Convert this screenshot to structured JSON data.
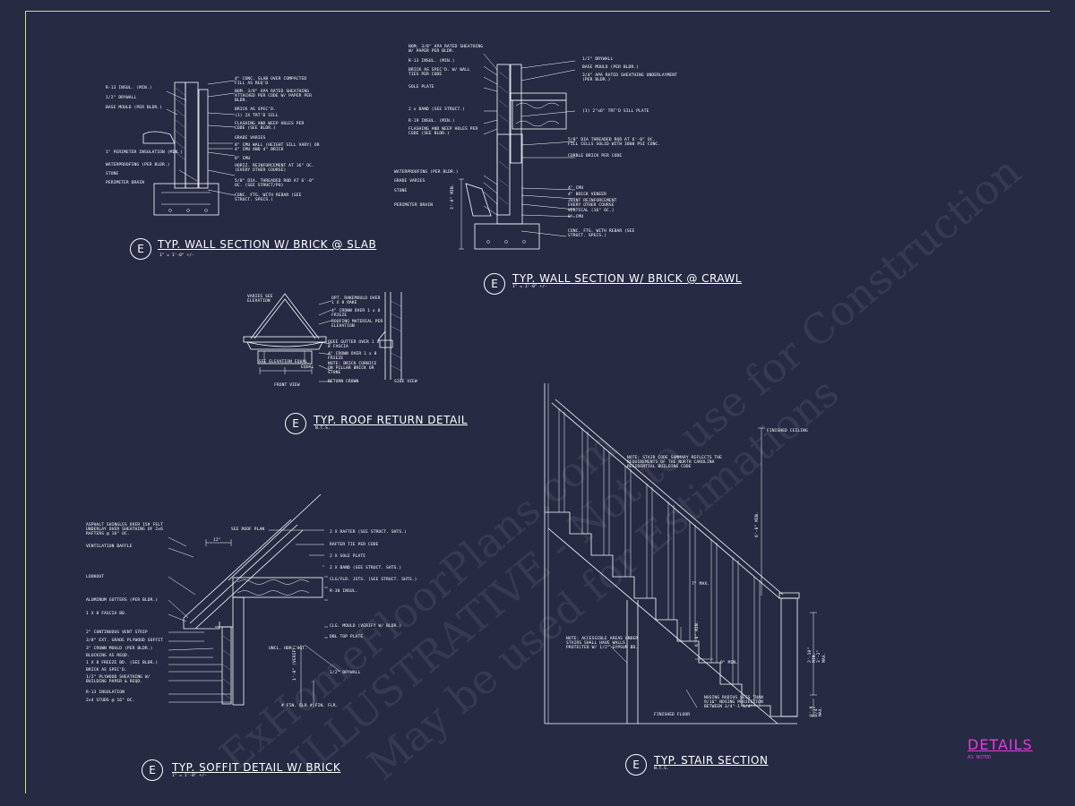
{
  "sheet": {
    "frame_color": "#d8d86a",
    "background": "#262a43",
    "title_block": {
      "title": "DETAILS",
      "subtitle": "AS NOTED",
      "color": "#e23ce2"
    }
  },
  "watermark": {
    "line1": "ExHomeFloorPlans.com",
    "line2": "ILLUSTRATIVE - Not to use for Construction",
    "line3": "May be used for Estimations"
  },
  "details": {
    "wall_slab": {
      "marker": "E",
      "title": "TYP. WALL SECTION W/ BRICK @ SLAB",
      "scale": "1\" = 1'-0\" +/-",
      "left_notes": [
        "R-13 INSUL. (MIN.)",
        "1/2\" DRYWALL",
        "BASE MOULD (PER BLDR.)",
        "1\" PERIMETER INSULATION (MIN.)",
        "WATERPROOFING (PER BLDR.)",
        "STONE",
        "PERIMETER DRAIN"
      ],
      "right_notes": [
        "4\" CONC. SLAB OVER COMPACTED FILL AS REQ'D",
        "NOM. 3/8\" APA RATED SHEATHING ATTACHED PER CODE W/ PAPER PER BLDR.",
        "BRICK AS SPEC'D.",
        "(1) 2X TRT'D SILL",
        "FLASHING AND WEEP HOLES PER CODE (SEE BLDR.)",
        "GRADE VARIES",
        "8\" CMU WALL (HEIGHT SILL VARY) OR 4\" CMU AND 4\" BRICK",
        "8\" CMU",
        "HORIZ. REINFORCEMENT AT 16\" OC. (EVERY OTHER COURSE)",
        "5/8\" DIA. THREADED ROD AT 6'-0\" OC. (SEE STRUCT/PO)",
        "CONC. FTG. WITH REBAR (SEE STRUCT. SPECS.)"
      ]
    },
    "wall_crawl": {
      "marker": "E",
      "title": "TYP. WALL SECTION W/ BRICK @ CRAWL",
      "scale": "1\" = 1'-0\" +/-",
      "left_notes": [
        "NOM. 3/8\" APA RATED SHEATHING W/ PAPER PER BLDR.",
        "R-13 INSUL. (MIN.)",
        "BRICK AS SPEC'D. W/ WALL TIES PER CODE",
        "SOLE PLATE",
        "2 x BAND (SEE STRUCT.)",
        "R-19 INSUL. (MIN.)",
        "FLASHING AND WEEP HOLES PER CODE (SEE BLDR.)",
        "WATERPROOFING (PER BLDR.)",
        "GRADE VARIES",
        "STONE",
        "PERIMETER DRAIN"
      ],
      "right_notes": [
        "1/2\" DRYWALL",
        "BASE MOULD (PER BLDR.)",
        "3/4\" APA RATED SHEATHING UNDERLAYMENT (PER BLDR.)",
        "(1) 2\"x6\" TRT'D SILL PLATE",
        "5/8\" DIA THREADED ROD AT 6'-0\" OC. FILL CELLS SOLID WITH 3000 PSI CONC.",
        "CORBLE BRICK PER CODE",
        "4\" CMU",
        "4\" BRICK VENEER",
        "JOINT REINFORCEMENT EVERY OTHER COURSE",
        "VERTICAL (16\" OC.)",
        "8\" CMU",
        "CONC. FTG. WITH REBAR (SEE STRUCT. SPECS.)"
      ],
      "dim_label": "3'-0\" MIN."
    },
    "roof_return": {
      "marker": "E",
      "title": "TYP. ROOF RETURN DETAIL",
      "scale": "N.T.S.",
      "notes": [
        "VARIES SEE ELEVATION",
        "OPT. RAKEMOULD OVER 1 X 8 RAKE",
        "4\" CROWN OVER 1 x 8 FRIEZE",
        "ROOFING MATERIAL PER ELEVATION",
        "OGEE GUTTER OVER 1 x 8 FASCIA",
        "4\" CROWN OVER 1 x 8 FRIEZE",
        "SEE ELEVATION EQUAL",
        "EQUAL",
        "NOTE: BRICK CORNICE ON PILLAR BRICK OR STONE",
        "RETURN CROWN"
      ],
      "front_view": "FRONT VIEW",
      "side_view": "SIDE VIEW"
    },
    "soffit": {
      "marker": "E",
      "title": "TYP. SOFFIT DETAIL W/ BRICK",
      "scale": "1\" = 1'-0\" +/-",
      "left_notes": [
        "ASPHALT SHINGLES OVER 15# FELT UNDERLAY OVER SHEATHING OF 2x6 RAFTERS @ 16\" OC.",
        "VENTILATION BAFFLE",
        "LOOKOUT",
        "ALUMINUM GUTTERS (PER BLDR.)",
        "1 X 8 FASCIA BD.",
        "2\" CONTINUOUS VENT STRIP",
        "3/8\" EXT. GRADE PLYWOOD SOFFIT",
        "3\" CROWN MOULD (PER BLDR.)",
        "BLOCKING AS REQD.",
        "1 X 8 FREEZE BD. (SEE BLDR.)",
        "BRICK AS SPEC'D.",
        "1/2\" PLYWOOD SHEATHING W/ BUILDING PAPER & REQD.",
        "R-13 INSULATION",
        "2x4 STUDS @ 16\" OC."
      ],
      "right_notes": [
        "SEE ROOF PLAN",
        "2 X RAFTER (SEE STRUCT. SHTS.)",
        "RAFTER TIE PER CODE",
        "2 X SOLE PLATE",
        "2 X BAND (SEE STRUCT. SHTS.)",
        "CLG/FLR. JSTS. (SEE STRUCT. SHTS.)",
        "R-38 INSUL.",
        "CLG. MOULD (VERIFY W/ BLDR.)",
        "DBL TOP PLATE",
        "UNCL. HDR. HGT.",
        "1/2\" DRYWALL"
      ],
      "dims": [
        "12\"",
        "1'-0\" (VERIFY)",
        "# FIN. FLR.",
        "# FIN. FLR."
      ]
    },
    "stair": {
      "marker": "E",
      "title": "TYP. STAIR SECTION",
      "scale": "N.T.S.",
      "notes": [
        "FINISHED CEILING",
        "NOTE: STAIR CODE SUMMARY REFLECTS THE REQUIREMENTS OF THE NORTH CAROLINA RESIDENTIAL BUILDING CODE",
        "6'-8\" MIN.",
        "7\" MAX.",
        "9\" MIN.",
        "6'-8\" MIN.",
        "NOTE: ACCESSIBLE AREAS UNDER STAIRS SHALL HAVE WALLS PROTECTED W/ 1/2\" GYPSUM BD.",
        "2'-10\" MIN. 3'-2\" MAX.",
        "NOSING RADIUS LESS THAN 9/16\" NOSING PROJECTION BETWEEN 3/4\"-1-1/4\"",
        "FINISHED FLOOR",
        "2'-8 3/4\" MAX."
      ]
    }
  }
}
